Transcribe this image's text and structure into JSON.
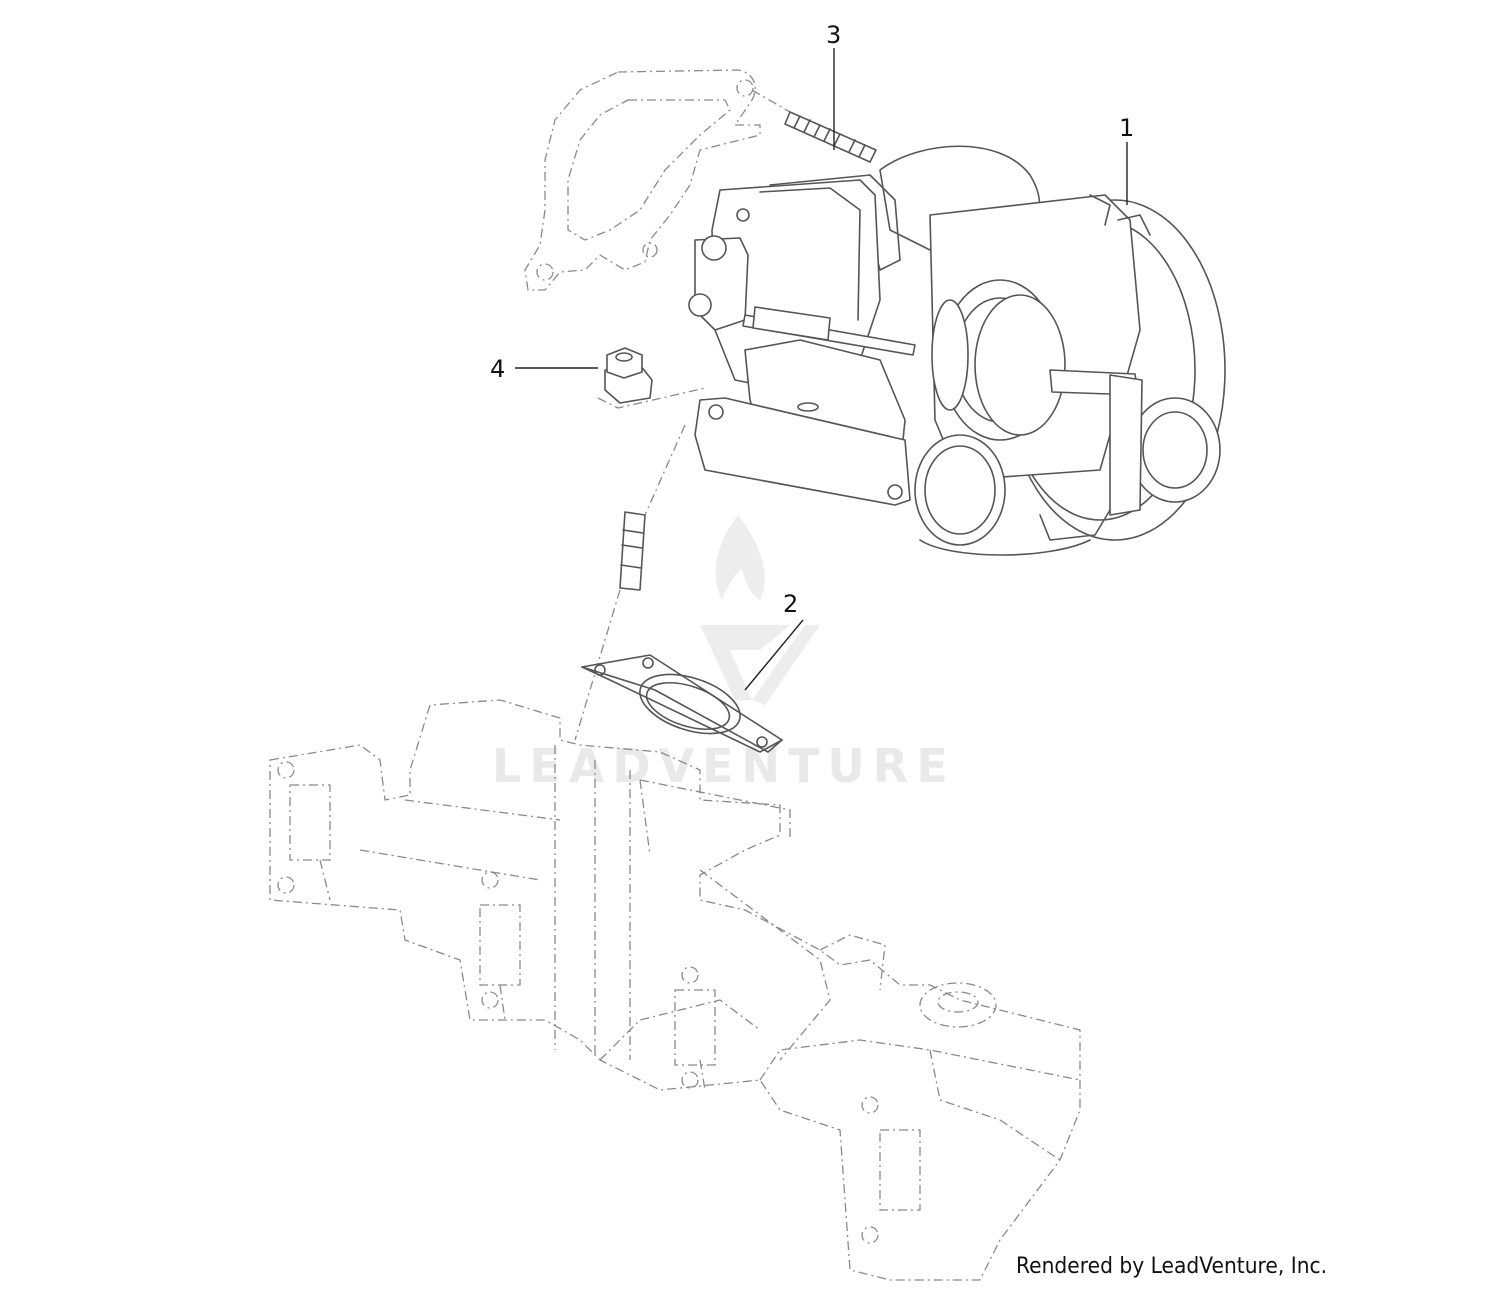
{
  "diagram": {
    "callouts": [
      {
        "id": "1",
        "label": "1"
      },
      {
        "id": "2",
        "label": "2"
      },
      {
        "id": "3",
        "label": "3"
      },
      {
        "id": "4",
        "label": "4"
      }
    ],
    "watermark_text": "LEADVENTURE",
    "credit": "Rendered by LeadVenture, Inc."
  },
  "colors": {
    "line": "#555555",
    "phantom": "#8a8a8a",
    "watermark": "#e9e9e9"
  }
}
